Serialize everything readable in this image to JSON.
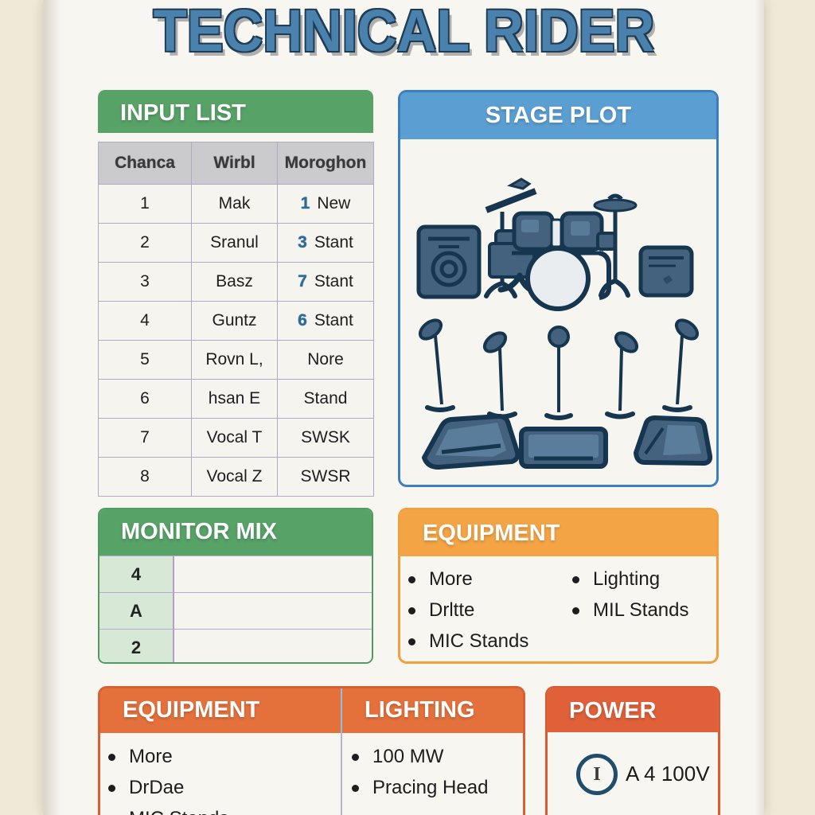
{
  "title": "TECHNICAL RIDER",
  "input_list": {
    "heading": "INPUT LIST",
    "columns": [
      "Chanca",
      "Wirbl",
      "Moroghon"
    ],
    "rows": [
      {
        "ch": "1",
        "inst": "Mak",
        "mic_num": "1",
        "mic": "New"
      },
      {
        "ch": "2",
        "inst": "Sranul",
        "mic_num": "3",
        "mic": "Stant"
      },
      {
        "ch": "3",
        "inst": "Basz",
        "mic_num": "7",
        "mic": "Stant"
      },
      {
        "ch": "4",
        "inst": "Guntz",
        "mic_num": "6",
        "mic": "Stant"
      },
      {
        "ch": "5",
        "inst": "Rovn L,",
        "mic_num": "",
        "mic": "Nore"
      },
      {
        "ch": "6",
        "inst": "hsan E",
        "mic_num": "",
        "mic": "Stand"
      },
      {
        "ch": "7",
        "inst": "Vocal T",
        "mic_num": "",
        "mic": "SWSK"
      },
      {
        "ch": "8",
        "inst": "Vocal Z",
        "mic_num": "",
        "mic": "SWSR"
      }
    ]
  },
  "stage_plot": {
    "heading": "STAGE PLOT",
    "icons": [
      "pa-speaker",
      "drum-kit",
      "hi-hat-cymbal",
      "cymbal-stand",
      "guitar-amp",
      "mic-stand-boom-left",
      "mic-stand-boom-inner-left",
      "mic-stand-straight",
      "mic-stand-boom-inner-right",
      "mic-stand-boom-right",
      "monitor-wedge-left",
      "monitor-wedge-center",
      "monitor-wedge-right"
    ]
  },
  "monitor_mix": {
    "heading": "MONITOR MIX",
    "rows": [
      "4",
      "A",
      "2"
    ]
  },
  "equipment_mid": {
    "heading": "EQUIPMENT",
    "items_left": [
      "More",
      "Drltte",
      "MIC Stands"
    ],
    "items_right": [
      "Lighting",
      "MIL Stands"
    ]
  },
  "equipment_bottom": {
    "heading": "EQUIPMENT",
    "items": [
      "More",
      "DrDae",
      "MIC Stands"
    ]
  },
  "lighting": {
    "heading": "LIGHTING",
    "items": [
      "100 MW",
      "Pracing Head"
    ]
  },
  "power": {
    "heading": "POWER",
    "icon_label": "I",
    "value": "A 4 100V"
  },
  "colors": {
    "title_blue": "#4a82ad",
    "green": "#57a267",
    "green_light": "#d8e8d6",
    "blue_header": "#5b9ed2",
    "blue_border": "#3d7ec0",
    "amber": "#f3a444",
    "orange": "#e4713c",
    "orange_deep": "#e0603a",
    "illustration_slate": "#44627e",
    "paper": "#f8f6f0",
    "cream": "#f0e9d7"
  }
}
